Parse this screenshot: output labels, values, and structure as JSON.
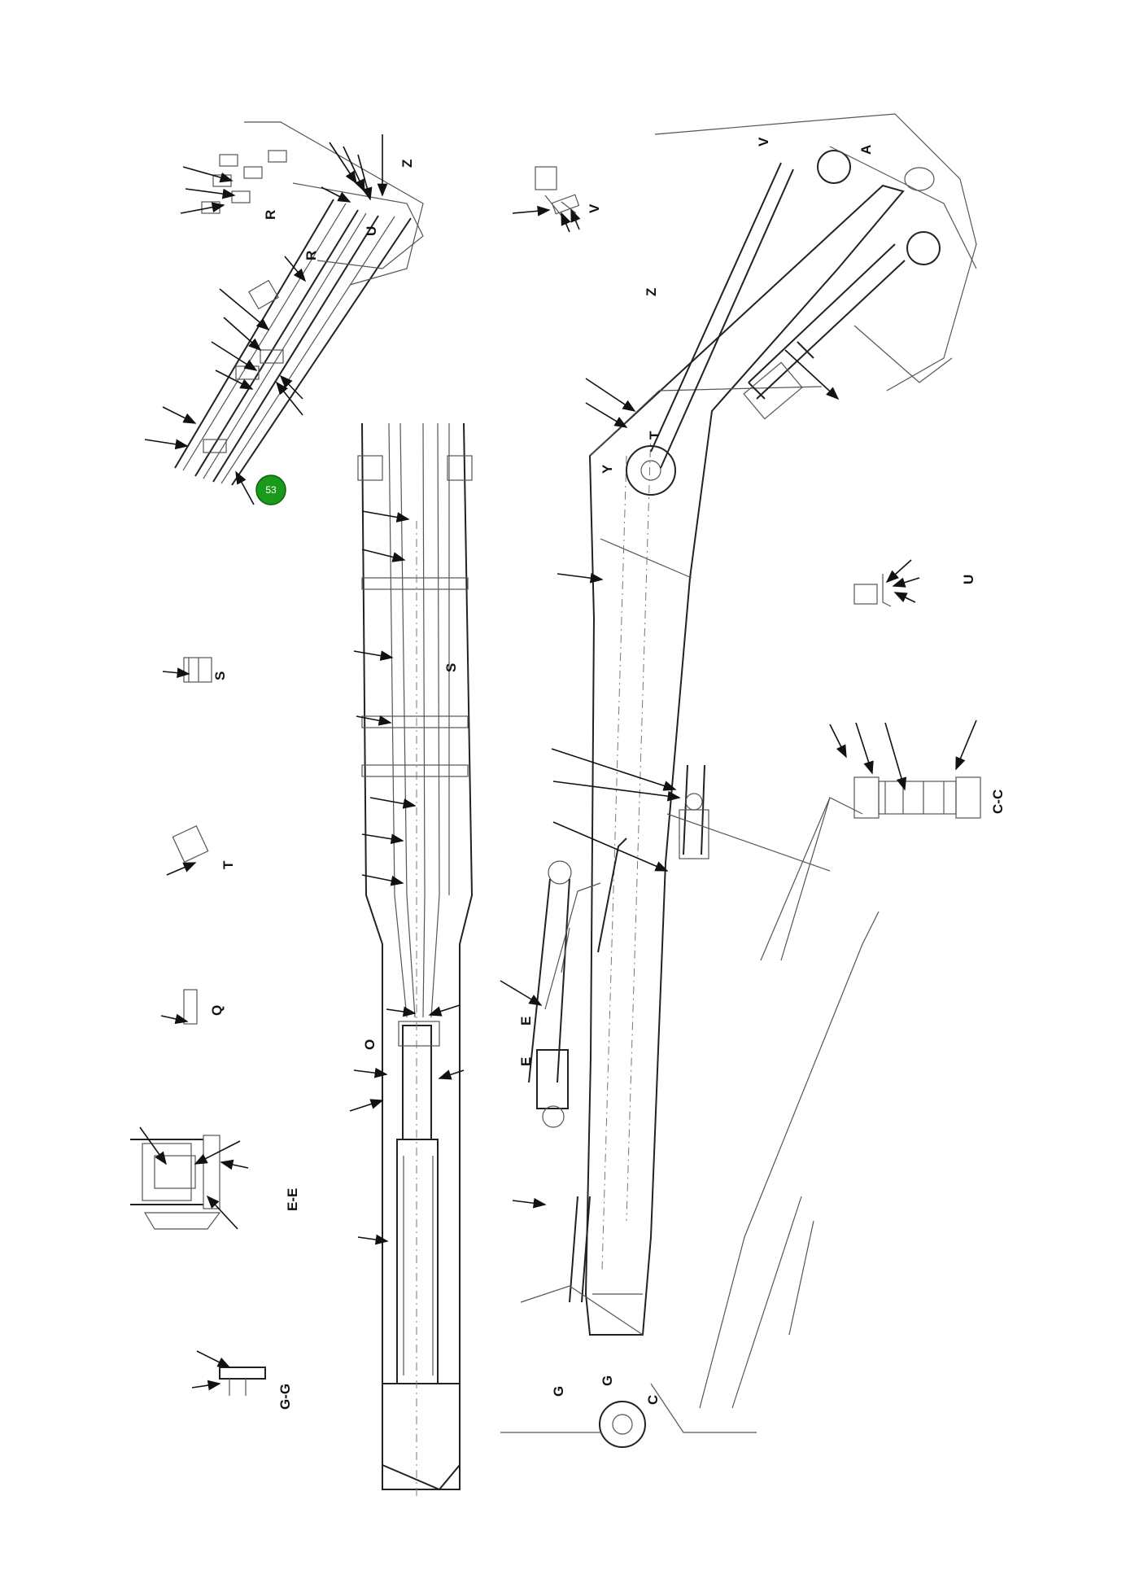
{
  "colors": {
    "line": "#222222",
    "badge": "#1a9a1a",
    "background": "#ffffff"
  },
  "labels": {
    "z_top": "Z",
    "r_view": "R",
    "r_mark": "R",
    "u_mark": "U",
    "v_view": "V",
    "v_mark": "V",
    "a_mark": "A",
    "z_mark": "Z",
    "t_mark": "T",
    "y_mark": "Y",
    "s_view": "S",
    "s_mark": "S",
    "t_view": "T",
    "q_view": "Q",
    "o_mark": "O",
    "ee_view": "E-E",
    "e_mark_1": "E",
    "e_mark_2": "E",
    "gg_view": "G-G",
    "g_mark_1": "G",
    "g_mark_2": "G",
    "c_mark": "C",
    "cc_view": "C-C",
    "u_view": "U"
  },
  "callout": {
    "number": "53",
    "icon": "hotspot-badge-icon"
  }
}
